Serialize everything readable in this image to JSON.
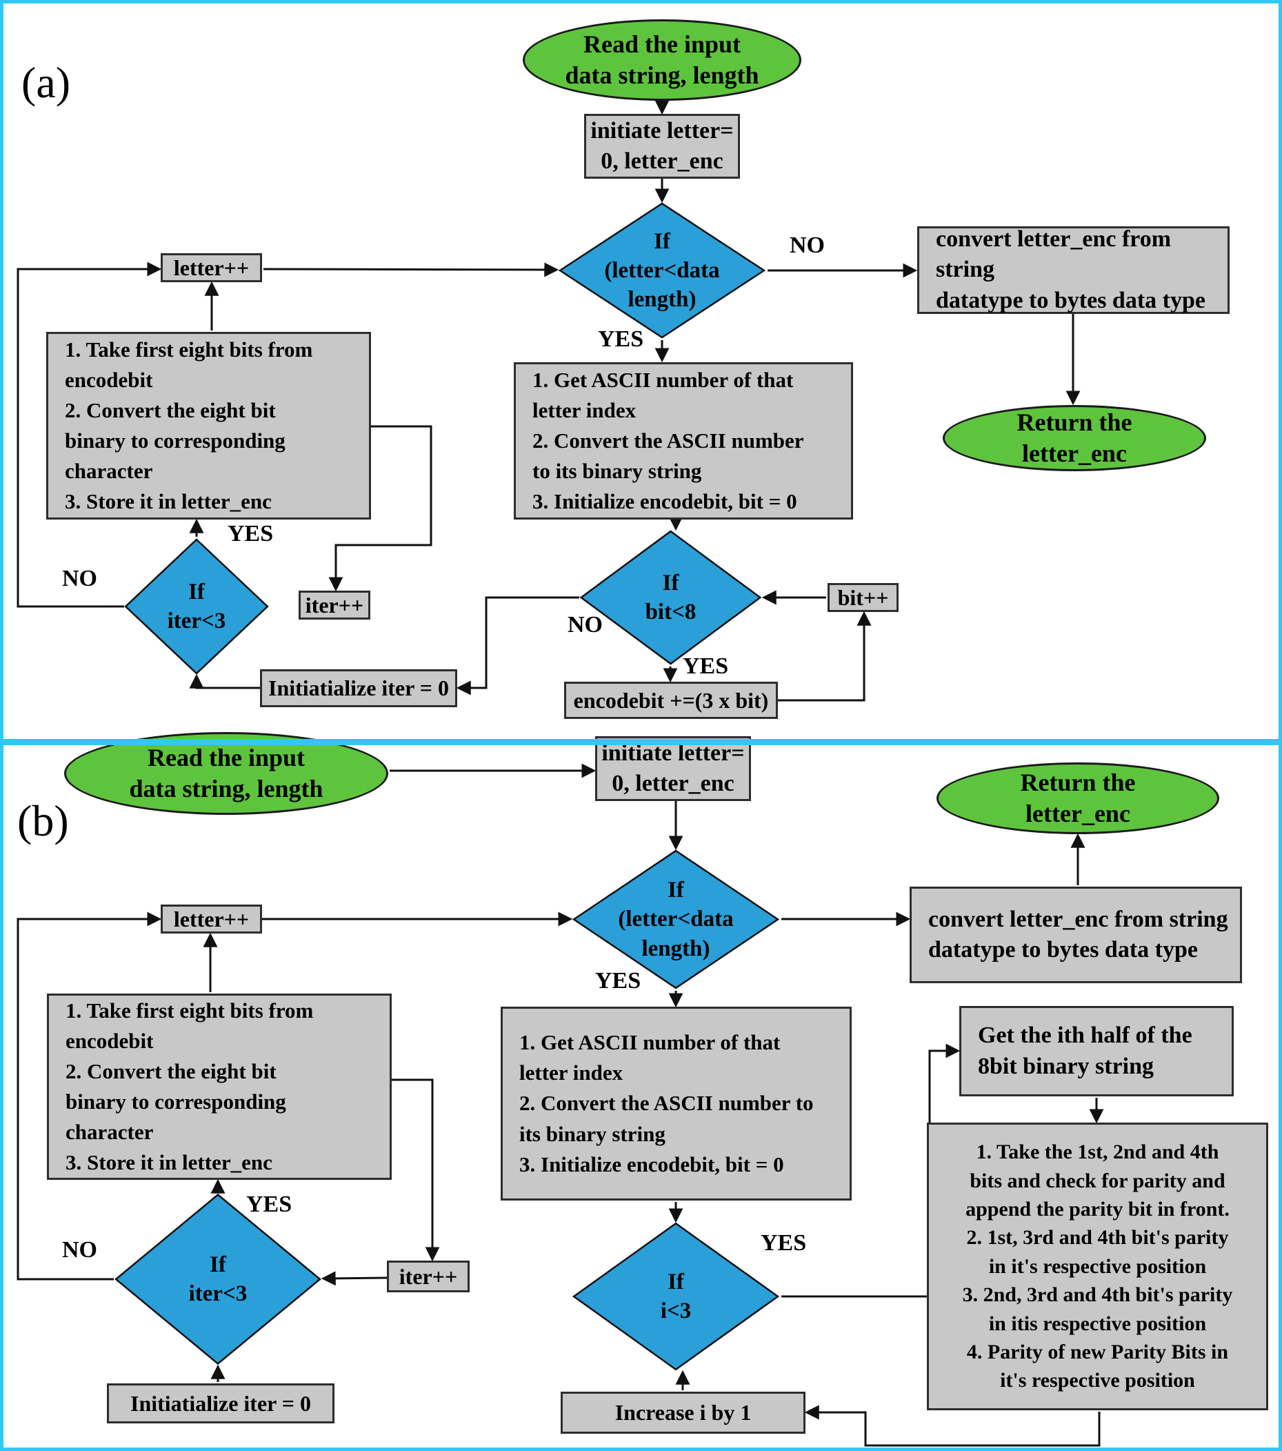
{
  "colors": {
    "terminal_fill": "#5ec43d",
    "process_fill": "#c8c8c8",
    "decision_fill": "#2b9fd8",
    "frame": "#2ec9f5",
    "arrow": "#111111"
  },
  "panel_a": {
    "label": "(a)",
    "nodes": {
      "start": "Read the input\ndata string, length",
      "init": "initiate letter=\n0, letter_enc",
      "cond_letter": "If\n(letter<data\nlength)",
      "convert": "convert letter_enc from string\ndatatype to bytes data type",
      "return_enc": "Return the\nletter_enc",
      "get_ascii": "1. Get ASCII number of that\nletter index\n2. Convert the ASCII number\nto its binary string\n3. Initialize encodebit, bit = 0",
      "letter_pp": "letter++",
      "take_bits": "1. Take first eight bits from\nencodebit\n2. Convert the eight bit\nbinary to corresponding\ncharacter\n3. Store it in letter_enc",
      "cond_iter": "If\niter<3",
      "iter_pp": "iter++",
      "init_iter": "Initiatialize iter = 0",
      "cond_bit": "If\nbit<8",
      "bit_pp": "bit++",
      "encodebit": "encodebit +=(3 x bit)"
    },
    "labels": {
      "no_letter": "NO",
      "yes_letter": "YES",
      "yes_iter": "YES",
      "no_iter": "NO",
      "no_bit": "NO",
      "yes_bit": "YES"
    }
  },
  "panel_b": {
    "label": "(b)",
    "nodes": {
      "start": "Read the input\ndata string, length",
      "init": "initiate letter=\n0, letter_enc",
      "return_enc": "Return the\nletter_enc",
      "cond_letter": "If\n(letter<data\nlength)",
      "convert": "convert letter_enc from string\ndatatype to bytes data type",
      "get_ascii": "1. Get ASCII number of that\nletter index\n2. Convert the ASCII number to\nits binary string\n3. Initialize encodebit, bit = 0",
      "get_half": "Get the ith half of the\n8bit binary string",
      "parity": "1. Take the 1st, 2nd and 4th\nbits and check for parity and\nappend the parity bit in front.\n2. 1st, 3rd and 4th bit's parity\nin it's respective position\n3. 2nd, 3rd and 4th bit's parity\nin itis respective position\n4. Parity of new Parity Bits in\nit's respective position",
      "letter_pp": "letter++",
      "take_bits": "1. Take first eight bits from\nencodebit\n2. Convert the eight bit\nbinary to corresponding\ncharacter\n3. Store it in letter_enc",
      "cond_iter": "If\niter<3",
      "iter_pp": "iter++",
      "init_iter": "Initiatialize iter = 0",
      "cond_i": "If\ni<3",
      "increase_i": "Increase i by 1"
    },
    "labels": {
      "yes_letter": "YES",
      "yes_iter": "YES",
      "no_iter": "NO",
      "yes_i": "YES"
    }
  }
}
